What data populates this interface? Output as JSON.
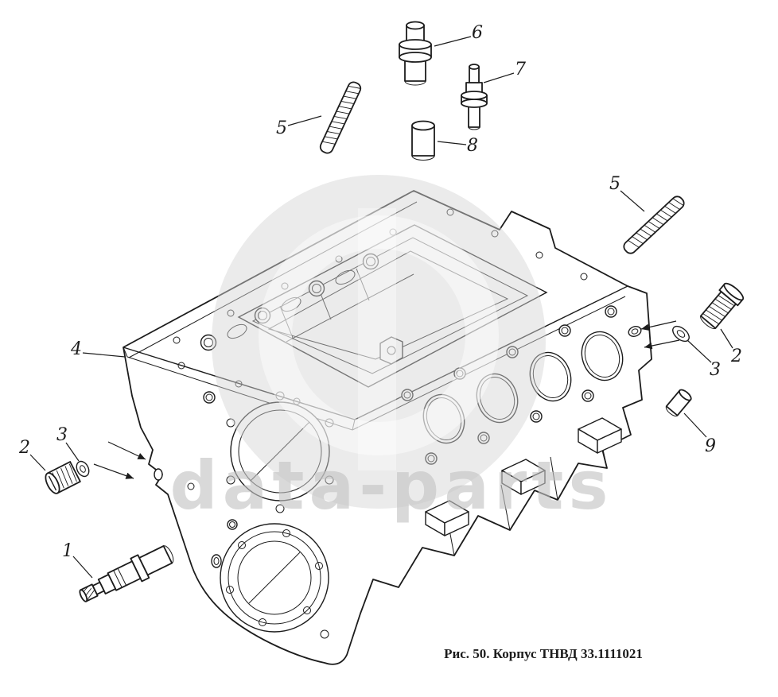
{
  "figure": {
    "caption": "Рис. 50. Корпус ТНВД 33.1111021",
    "watermark": "data-parts"
  },
  "colors": {
    "line": "#1c1c1c",
    "watermark": "#d5d5d5",
    "background": "#ffffff"
  },
  "callouts": {
    "n1": "1",
    "n2_left": "2",
    "n3_left": "3",
    "n4": "4",
    "n5_top": "5",
    "n5_right": "5",
    "n6": "6",
    "n7": "7",
    "n8": "8",
    "n2_right": "2",
    "n3_right": "3",
    "n9": "9"
  }
}
